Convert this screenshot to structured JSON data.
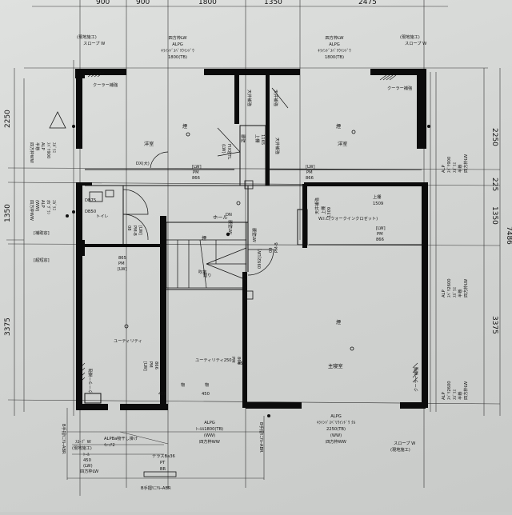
{
  "dimensions": {
    "top": [
      "900",
      "900",
      "1800",
      "1350",
      "2475"
    ],
    "left": [
      "2250",
      "1350",
      "3375"
    ],
    "right_upper": [
      "2250",
      "225",
      "1350"
    ],
    "right_lower": "3375",
    "right_total": "7486"
  },
  "top_windows": {
    "left": {
      "frame": "四方枠LW",
      "maker": "ALPG",
      "type": "ｷﾗｲﾝﾄﾞｽﾍﾞﾘｳｲﾝﾄﾞｳ",
      "size": "1800(TB)"
    },
    "right": {
      "frame": "四方枠LW",
      "maker": "ALPG",
      "type": "ｷﾗｲﾝﾄﾞｽﾍﾞﾘｳｲﾝﾄﾞｳ",
      "size": "1800(TB)"
    }
  },
  "tags": {
    "existing_tl": "(現地施工)",
    "slope_tl": "スロープ W",
    "existing_tr": "(現地施工)",
    "slope_tr": "スロープ W",
    "existing_br": "(現地施工)",
    "slope_br": "スロープ W",
    "aux_note_1": "[補助窓]",
    "aux_note_2": "[超短窓]"
  },
  "rooms": {
    "western_left": "洋室",
    "western_right": "洋室",
    "hall": "ホール",
    "wic": "W.I.C(ウォークインクロゼット)",
    "master_bedroom": "主寝室",
    "toilet": "トイレ",
    "stairwell": "吹抜",
    "utility_left": "ユーティリティ",
    "utility_mid": "ユーティリティ250",
    "cooler_1": "クーラー補強",
    "cooler_2": "クーラー補強",
    "cooler_3": "クーラー補強",
    "cooler_4": "クーラー補強"
  },
  "labels": {
    "closet_left": "天井補強",
    "closet_right_a": "天井補強",
    "shelf_1": "上棚",
    "shelf_1_h": "1165",
    "shelf_2": "上棚",
    "shelf_2_h": "1509",
    "shelf_3": "上棚",
    "shelf_3_h": "1309",
    "ceiling_reinforce_r": "天井補強",
    "ceiling_reinforce_r2": "天井補強",
    "pm_lw_1": "[LW]",
    "pm_lw_1b": "PM",
    "pm_lw_1c": "866",
    "pm_lw_2": "[LW]",
    "pm_lw_2b": "PM",
    "pm_lw_2c": "866",
    "pm_wic": "[LW]",
    "pm_wic_b": "PM",
    "pm_wic_c": "866",
    "pm_left": "865",
    "pm_left_b": "PM",
    "pm_left_c": "[LW]",
    "pm_mid": "[LW]",
    "pm_mid_b": "PM",
    "pm_mid_c": "866",
    "pm_mid2": "PM",
    "pm_mid2_b": "866",
    "dx_big": "DX(大)",
    "dn": "DN",
    "db75": "DB75",
    "db50": "DB50",
    "d8": "08",
    "pmb_1": "PM-B",
    "pmb_2": "[LW]",
    "d9": "09",
    "d9b": "PM-B",
    "d9c": "0992[LW]",
    "railing_1": "腰壁LW",
    "railing_2": "腰壁LW",
    "walkway": "廻り",
    "dim_450a": "450",
    "dim_450b": "450",
    "dim_450c": "450",
    "fixture_1": "物",
    "fixture_2": "物",
    "closet_small": "腰壁",
    "fix_window": "FIX窓TL",
    "fix_window_b": "(LW)",
    "light_1": "煙",
    "light_2": "煙",
    "light_3": "煙",
    "light_4": "煙"
  },
  "left_side": {
    "upper_frame": "四方枠WW",
    "upper_lines": [
      "半懸",
      "ALP",
      "ｽﾍﾞﾘ900",
      "ｽｶﾞﾗｽ"
    ],
    "mid_frame": "四方枠WW",
    "mid_lines": [
      "(WW)",
      "ALP",
      "ｵｶﾞｸﾞﾗﾝ",
      "ｽｶﾞﾗｽ"
    ]
  },
  "right_side": {
    "upper_lines": [
      "ALP",
      "ｽﾍﾞﾘ900",
      "ｽｶﾞﾗｽ",
      "半懸",
      "四方枠LW"
    ],
    "mid_lines": [
      "ALP",
      "ｽﾍﾞﾘ2600",
      "ｽｶﾞﾗｽ",
      "半懸",
      "四方枠LW"
    ],
    "lower_lines": [
      "ALP",
      "ｽﾍﾞﾘ2600",
      "ｽｶﾞﾗｽ",
      "半懸",
      "四方枠LW"
    ]
  },
  "bottom_windows": {
    "mid": [
      "ALPG",
      "ﾄｰﾙﾙ1800(TB)",
      "(WW)",
      "四方枠WW"
    ],
    "right": [
      "ALPG",
      "ｷﾗｲﾝﾄﾞｽﾍﾞﾘｳｲﾝﾄﾞｳ ｸﾙ",
      "2250(TB)",
      "(WW)",
      "四方枠WW"
    ]
  },
  "balcony": {
    "rail_left": "B手摺ﾘﾆｱﾙｰABR",
    "rail_mid": "B手摺ﾘﾆｱﾙｰABR",
    "rail_bottom": "B手摺ﾘﾆｱﾙｰABR",
    "hanger": "ALPBa物干し掛け",
    "hanger_2": "ｷｬｯﾁ2",
    "slope": "ｽﾛｰﾌﾟ W",
    "existing": "(現地施工)",
    "door_lines": [
      "ﾄｰﾙ",
      "450",
      "(LW)",
      "四方枠LW"
    ],
    "terrace": "テラスBa36",
    "terrace_2": "PT",
    "terrace_3": "BR"
  }
}
